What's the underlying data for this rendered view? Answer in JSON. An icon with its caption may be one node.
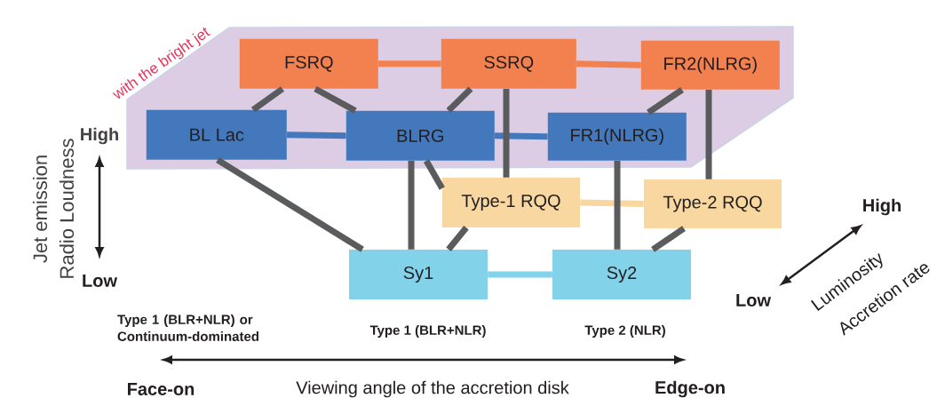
{
  "diagram": {
    "nodes": [
      {
        "text": [
          "with the bright jet"
        ]
      },
      {
        "text": [
          "FSRQ"
        ],
        "in": 0
      },
      {
        "text": [
          "SSRQ"
        ],
        "in": 0
      },
      {
        "text": [
          "FR2(NLRG)"
        ],
        "in": 0
      },
      {
        "text": [
          "BL Lac"
        ],
        "in": 0
      },
      {
        "text": [
          "BLRG"
        ],
        "in": 0
      },
      {
        "text": [
          "FR1(NLRG)"
        ],
        "in": 0
      },
      {
        "text": [
          "Type-1 RQQ"
        ]
      },
      {
        "text": [
          "Type-2 RQQ"
        ]
      },
      {
        "text": [
          "Sy1"
        ]
      },
      {
        "text": [
          "Sy2"
        ]
      }
    ],
    "edges": [
      {
        "from": 1,
        "to": 2,
        "arrow": "none",
        "color": "#f3814f"
      },
      {
        "from": 2,
        "to": 3,
        "arrow": "none",
        "color": "#f3814f"
      },
      {
        "from": 4,
        "to": 5,
        "arrow": "none",
        "color": "#4478bd"
      },
      {
        "from": 5,
        "to": 6,
        "arrow": "none",
        "color": "#4478bd"
      },
      {
        "from": 7,
        "to": 8,
        "arrow": "none",
        "color": "#f8d8a0"
      },
      {
        "from": 9,
        "to": 10,
        "arrow": "none",
        "color": "#82d2ea"
      },
      {
        "from": 1,
        "to": 4,
        "arrow": "none"
      },
      {
        "from": 1,
        "to": 5,
        "arrow": "none"
      },
      {
        "from": 2,
        "to": 5,
        "arrow": "none"
      },
      {
        "from": 2,
        "to": 7,
        "arrow": "none"
      },
      {
        "from": 3,
        "to": 6,
        "arrow": "none"
      },
      {
        "from": 3,
        "to": 8,
        "arrow": "none"
      },
      {
        "from": 4,
        "to": 9,
        "arrow": "none"
      },
      {
        "from": 5,
        "to": 9,
        "arrow": "none"
      },
      {
        "from": 5,
        "to": 7,
        "arrow": "none"
      },
      {
        "from": 7,
        "to": 9,
        "arrow": "none"
      },
      {
        "from": 6,
        "to": 10,
        "arrow": "none"
      },
      {
        "from": 8,
        "to": 10,
        "arrow": "none"
      }
    ],
    "labels": [
      "Jet emission",
      "Radio Loudness",
      "High",
      "Low",
      "High",
      "Low",
      "Luminosity",
      "Accretion rate",
      "Type 1 (BLR+NLR) or Continuum-dominated",
      "Type 1 (BLR+NLR)",
      "Type 2 (NLR)",
      "Face-on",
      "Viewing angle of the accretion disk",
      "Edge-on"
    ]
  }
}
